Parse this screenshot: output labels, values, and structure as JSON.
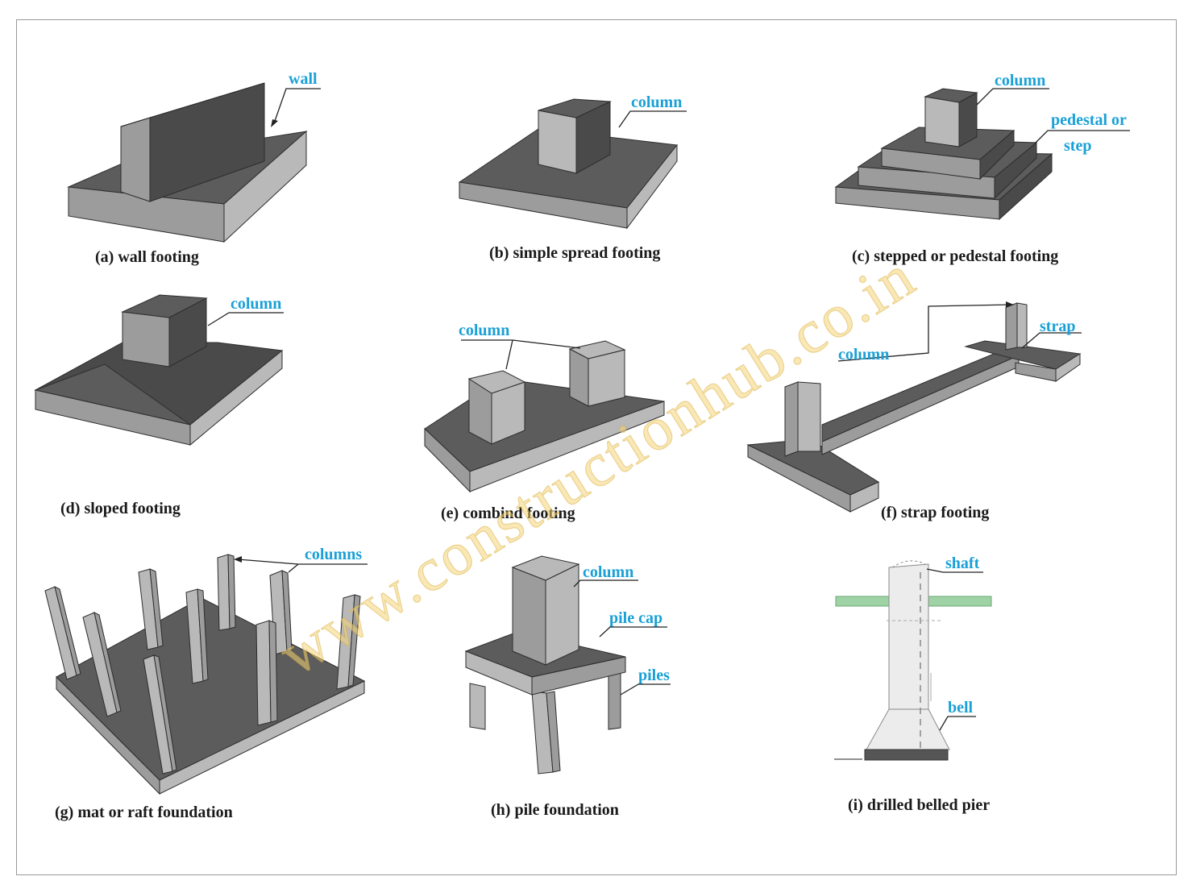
{
  "captions": {
    "a": "(a) wall footing",
    "b": "(b) simple spread footing",
    "c": "(c) stepped or pedestal footing",
    "d": "(d) sloped footing",
    "e": "(e) combind footing",
    "f": "(f) strap footing",
    "g": "(g) mat or raft foundation",
    "h": "(h) pile foundation",
    "i": "(i) drilled belled pier"
  },
  "labels": {
    "a_wall": "wall",
    "b_column": "column",
    "c_column": "column",
    "c_pedestal_1": "pedestal or",
    "c_pedestal_2": "step",
    "d_column": "column",
    "e_column": "column",
    "f_column": "column",
    "f_strap": "strap",
    "g_columns": "columns",
    "h_column": "column",
    "h_pile_cap": "pile cap",
    "h_piles": "piles",
    "i_shaft": "shaft",
    "i_bell": "bell"
  },
  "watermark": "www.constructionhub.co.in",
  "colors": {
    "label": "#1aa0d6",
    "caption": "#1a1a1a",
    "concrete_top": "#5c5c5c",
    "concrete_side": "#9c9c9c",
    "soil": "#9fd3a5",
    "watermark": "#f4d678"
  }
}
